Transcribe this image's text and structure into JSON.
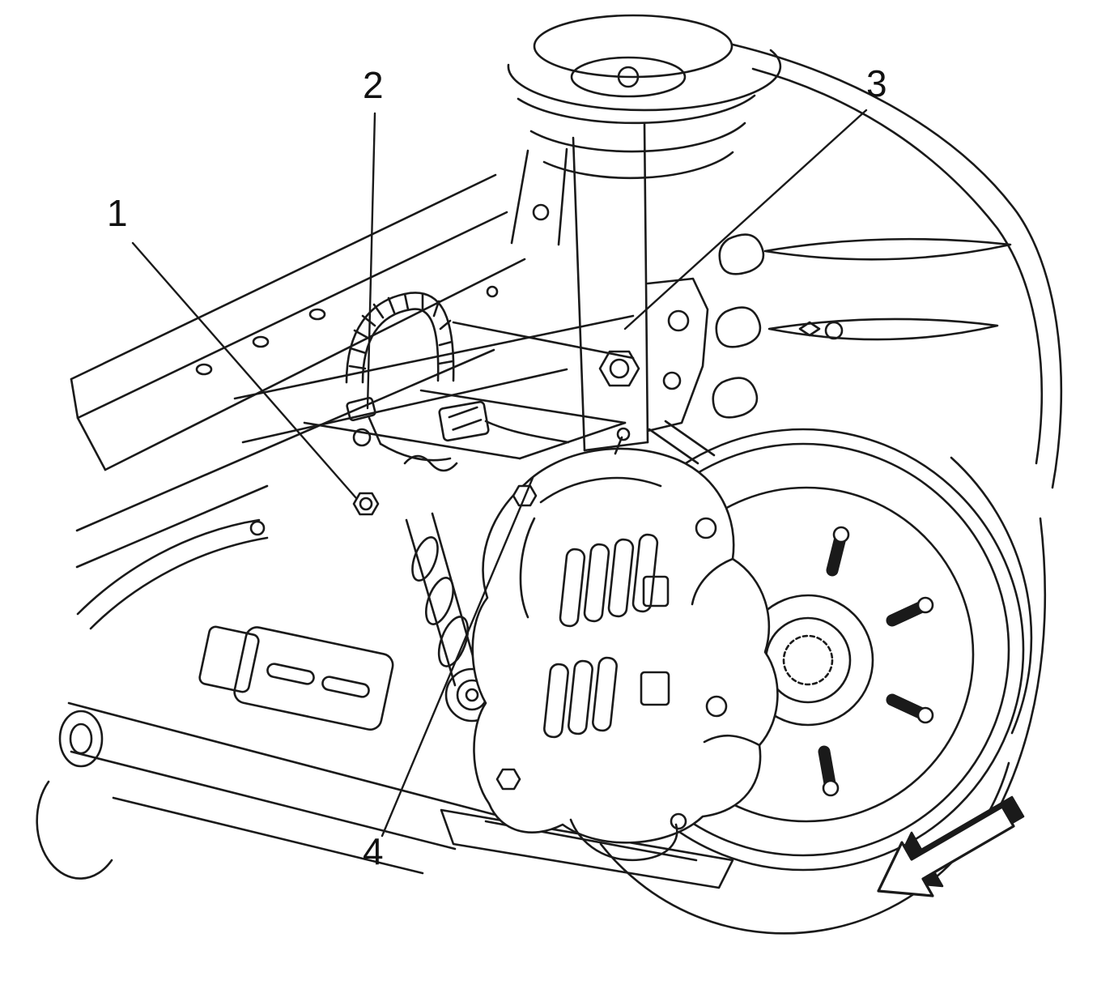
{
  "figure": {
    "kind": "technical-line-illustration",
    "subject": "Vehicle front suspension and disc brake assembly with numbered component callouts and a viewing-direction arrow",
    "line_color": "#1a1a1a",
    "background_color": "#ffffff"
  },
  "callouts": [
    {
      "id": "1",
      "label": "1"
    },
    {
      "id": "2",
      "label": "2"
    },
    {
      "id": "3",
      "label": "3"
    },
    {
      "id": "4",
      "label": "4"
    }
  ],
  "icons": {
    "direction_arrow": "view-direction-arrow"
  }
}
